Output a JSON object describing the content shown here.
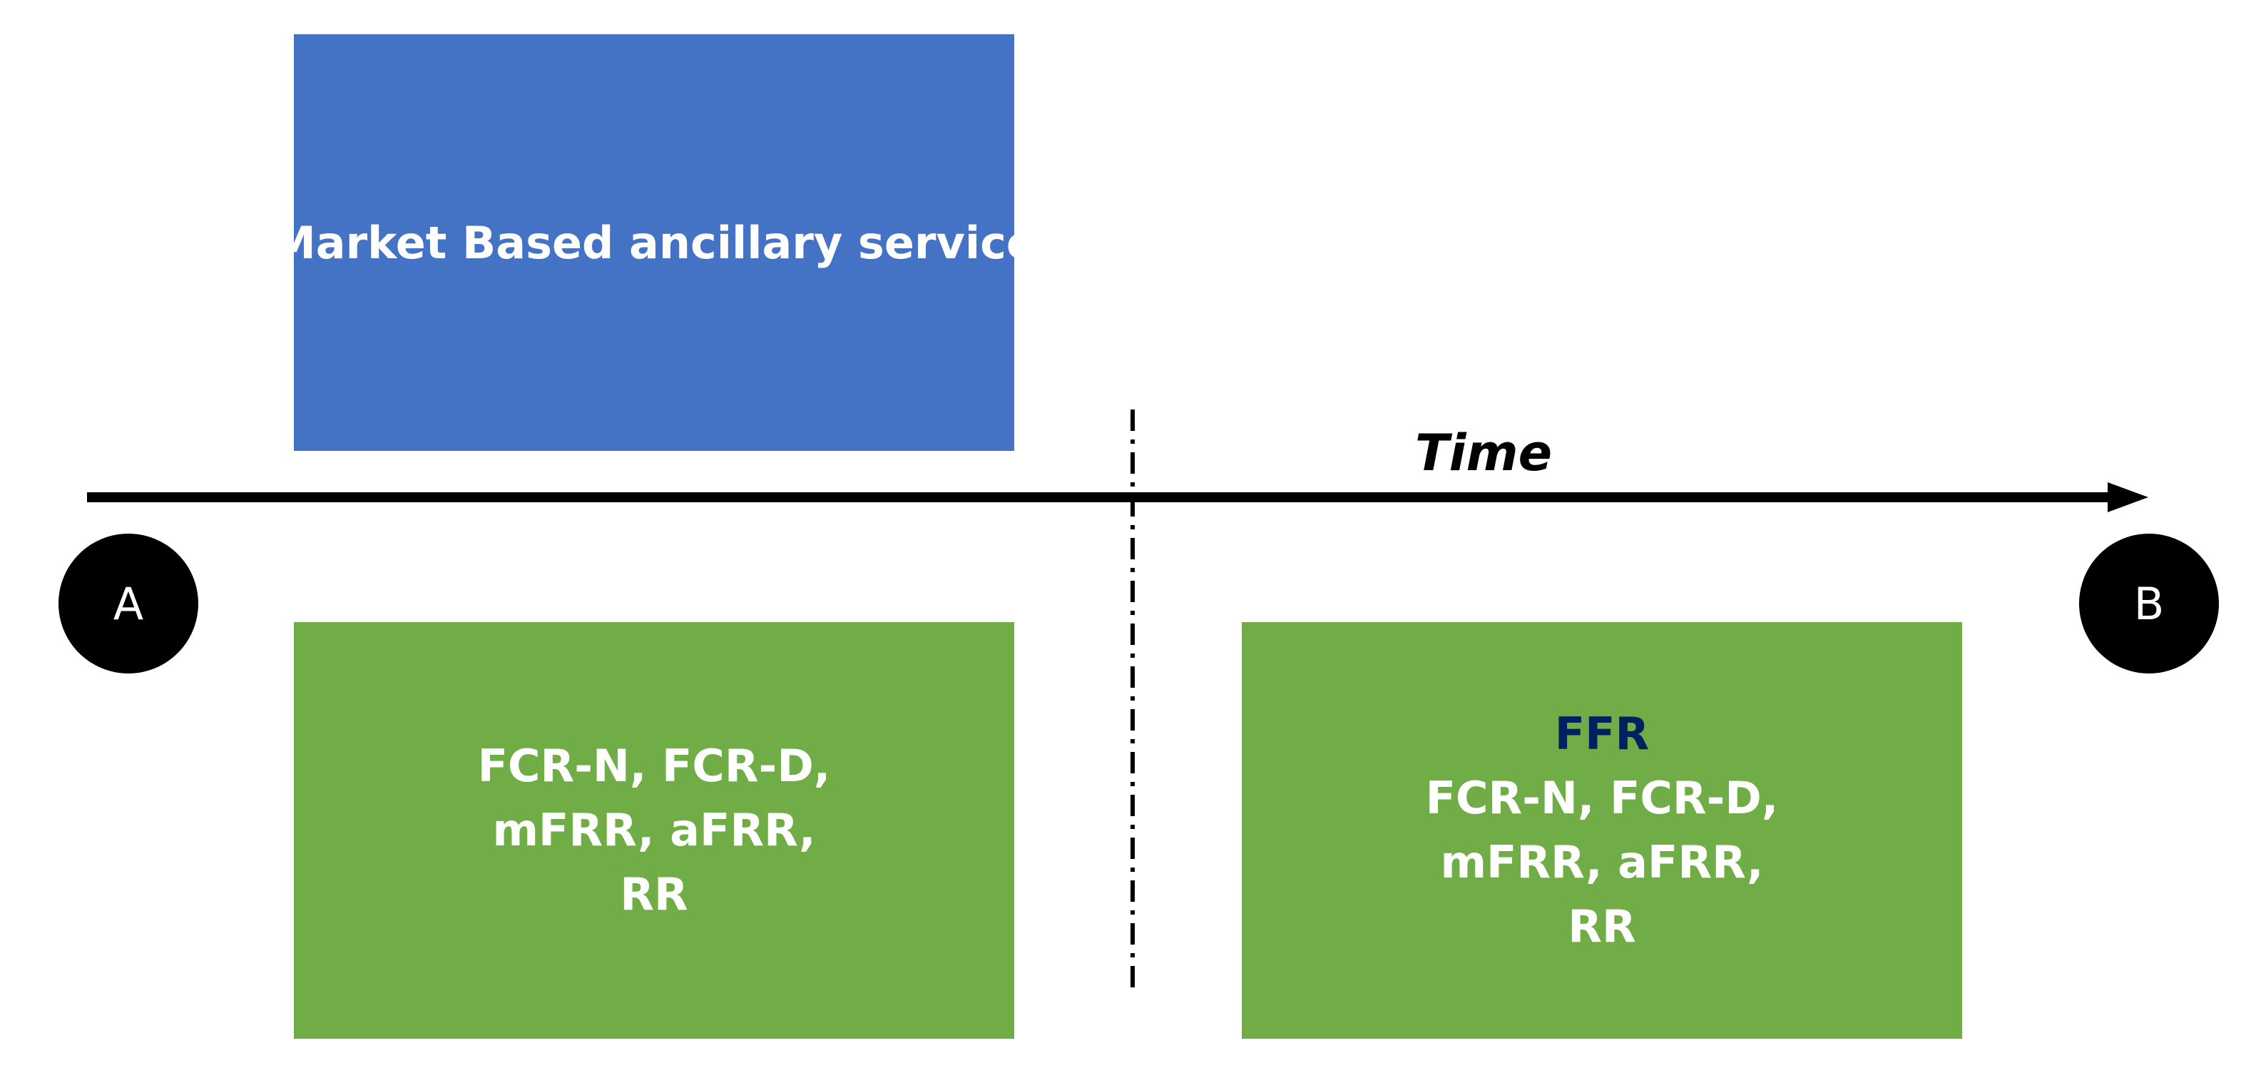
{
  "colors": {
    "market_box": "#4472c4",
    "service_box": "#70ad47",
    "ffr_text": "#002060",
    "node_fill": "#000000",
    "axis": "#000000"
  },
  "boxes": {
    "market": {
      "label": "Market Based ancillary service"
    },
    "left": {
      "lines": [
        "FCR-N, FCR-D,",
        "mFRR, aFRR,",
        "RR"
      ]
    },
    "right": {
      "highlight": "FFR",
      "lines": [
        "FCR-N, FCR-D,",
        "mFRR, aFRR,",
        "RR"
      ]
    }
  },
  "axis": {
    "label": "Time"
  },
  "nodes": {
    "start": "A",
    "end": "B"
  }
}
